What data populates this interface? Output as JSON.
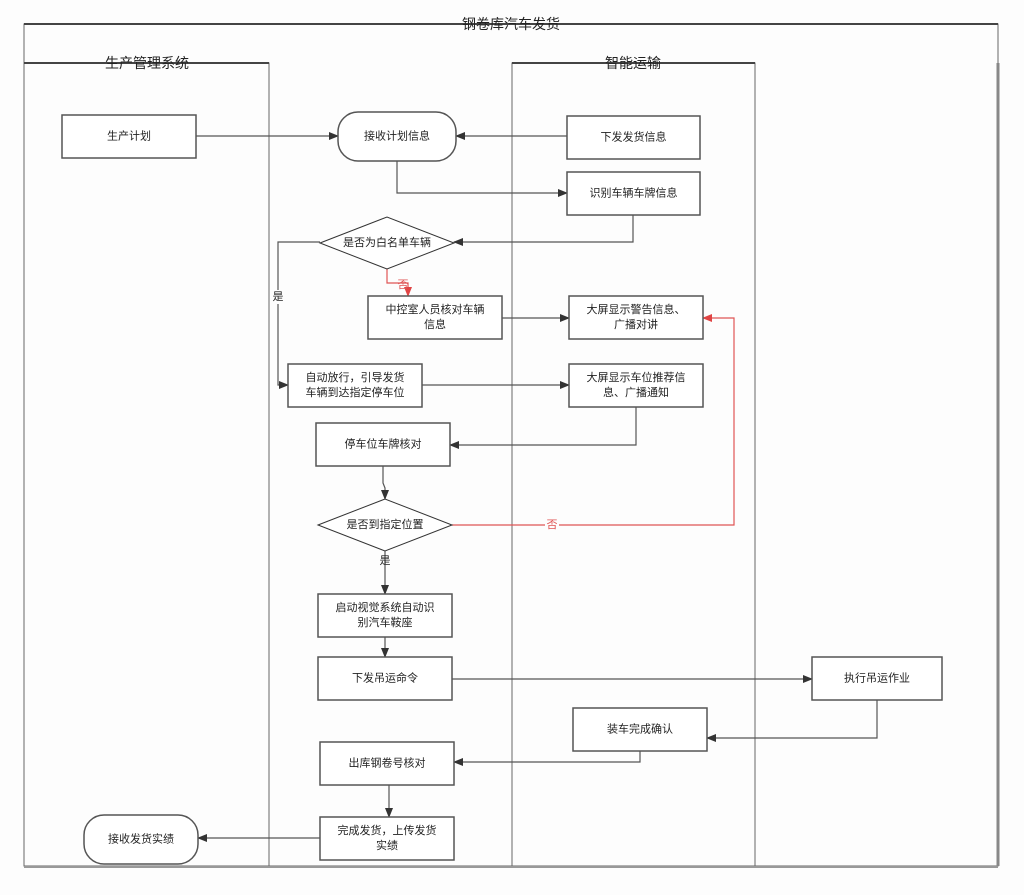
{
  "title": "钢卷库汽车发货",
  "lanes": [
    {
      "id": "production",
      "label": "生产管理系统"
    },
    {
      "id": "middle",
      "label": ""
    },
    {
      "id": "smart",
      "label": "智能运输"
    },
    {
      "id": "right",
      "label": ""
    }
  ],
  "colors": {
    "stroke": "#555555",
    "no_edge": "#e05555",
    "text": "#222222"
  },
  "nodes": [
    {
      "id": "n1",
      "type": "process",
      "lines": [
        "生产计划"
      ]
    },
    {
      "id": "n2",
      "type": "terminal",
      "lines": [
        "接收计划信息"
      ]
    },
    {
      "id": "n3",
      "type": "process",
      "lines": [
        "下发发货信息"
      ]
    },
    {
      "id": "n4",
      "type": "process",
      "lines": [
        "识别车辆车牌信息"
      ]
    },
    {
      "id": "n5",
      "type": "decision",
      "lines": [
        "是否为白名单车辆"
      ]
    },
    {
      "id": "n6",
      "type": "process",
      "lines": [
        "中控室人员核对车辆",
        "信息"
      ]
    },
    {
      "id": "n7",
      "type": "process",
      "lines": [
        "大屏显示警告信息、",
        "广播对讲"
      ]
    },
    {
      "id": "n8",
      "type": "process",
      "lines": [
        "自动放行，引导发货",
        "车辆到达指定停车位"
      ]
    },
    {
      "id": "n9",
      "type": "process",
      "lines": [
        "大屏显示车位推荐信",
        "息、广播通知"
      ]
    },
    {
      "id": "n10",
      "type": "process",
      "lines": [
        "停车位车牌核对"
      ]
    },
    {
      "id": "n11",
      "type": "decision",
      "lines": [
        "是否到指定位置"
      ]
    },
    {
      "id": "n12",
      "type": "process",
      "lines": [
        "启动视觉系统自动识",
        "别汽车鞍座"
      ]
    },
    {
      "id": "n13",
      "type": "process",
      "lines": [
        "下发吊运命令"
      ]
    },
    {
      "id": "n14",
      "type": "process",
      "lines": [
        "执行吊运作业"
      ]
    },
    {
      "id": "n15",
      "type": "process",
      "lines": [
        "装车完成确认"
      ]
    },
    {
      "id": "n16",
      "type": "process",
      "lines": [
        "出库钢卷号核对"
      ]
    },
    {
      "id": "n17",
      "type": "process",
      "lines": [
        "完成发货，上传发货",
        "实绩"
      ]
    },
    {
      "id": "n18",
      "type": "terminal",
      "lines": [
        "接收发货实绩"
      ]
    }
  ],
  "edges": [
    {
      "from": "n1",
      "to": "n2",
      "label": ""
    },
    {
      "from": "n3",
      "to": "n2",
      "label": ""
    },
    {
      "from": "n2",
      "to": "n4",
      "label": ""
    },
    {
      "from": "n4",
      "to": "n5",
      "label": ""
    },
    {
      "from": "n5",
      "to": "n6",
      "label": "否",
      "style": "no"
    },
    {
      "from": "n5",
      "to": "n8",
      "label": "是"
    },
    {
      "from": "n6",
      "to": "n7",
      "label": ""
    },
    {
      "from": "n8",
      "to": "n9",
      "label": ""
    },
    {
      "from": "n9",
      "to": "n10",
      "label": ""
    },
    {
      "from": "n10",
      "to": "n11",
      "label": ""
    },
    {
      "from": "n11",
      "to": "n7",
      "label": "否",
      "style": "no"
    },
    {
      "from": "n11",
      "to": "n12",
      "label": "是"
    },
    {
      "from": "n12",
      "to": "n13",
      "label": ""
    },
    {
      "from": "n13",
      "to": "n14",
      "label": ""
    },
    {
      "from": "n14",
      "to": "n15",
      "label": ""
    },
    {
      "from": "n15",
      "to": "n16",
      "label": ""
    },
    {
      "from": "n16",
      "to": "n17",
      "label": ""
    },
    {
      "from": "n17",
      "to": "n18",
      "label": ""
    }
  ]
}
